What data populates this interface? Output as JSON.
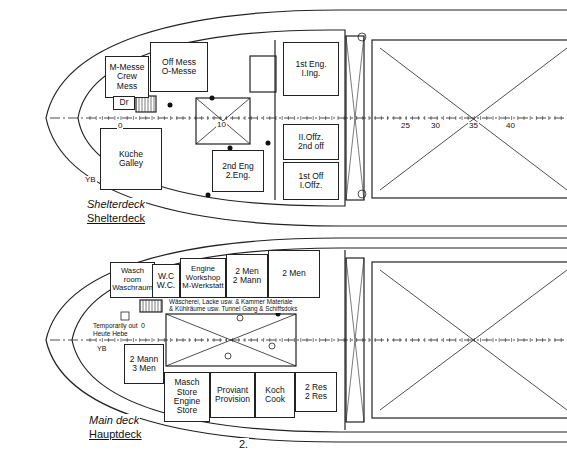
{
  "diagram": {
    "nodes": [
      {
        "text": [
          "M-Messe",
          "Crew Mess"
        ]
      },
      {
        "text": [
          "Off Mess",
          "O-Messe"
        ]
      },
      {
        "text": [
          "Dr"
        ]
      },
      {
        "text": [
          "Küche",
          "Galley"
        ]
      },
      {
        "text": [
          "2nd Eng",
          "2.Eng."
        ]
      },
      {
        "text": [
          "1st Eng.",
          "I.Ing."
        ]
      },
      {
        "text": [
          "II.Offz.",
          "2nd off"
        ]
      },
      {
        "text": [
          "1st Off",
          "I.Offz."
        ]
      },
      {
        "text": [
          "Wasch room",
          "Waschraum"
        ]
      },
      {
        "text": [
          "W.C",
          "W.C."
        ]
      },
      {
        "text": [
          "Engine Workshop",
          "M-Werkstatt"
        ]
      },
      {
        "text": [
          "2 Men",
          "2 Mann"
        ]
      },
      {
        "text": [
          "2 Men"
        ]
      },
      {
        "text": [
          "2 Mann",
          "3 Men"
        ]
      },
      {
        "text": [
          "Masch Store",
          "Engine Store"
        ]
      },
      {
        "text": [
          "Proviant",
          "Provision"
        ]
      },
      {
        "text": [
          "Koch",
          "Cook"
        ]
      },
      {
        "text": [
          "2 Res",
          "2 Res"
        ]
      }
    ],
    "labels": [
      "Shelterdeck",
      "Shelterdeck",
      "Main deck",
      "Hauptdeck",
      "0",
      "10",
      "25",
      "30",
      "35",
      "40",
      "YB",
      "2.",
      "Wäscherei, Lacke usw. & Kammer Materiale",
      "& Kühlräume usw. Tunnel Gang & Schiffsdoks",
      "Temporarily out",
      "Heute Hebe",
      "YB",
      "0"
    ]
  }
}
